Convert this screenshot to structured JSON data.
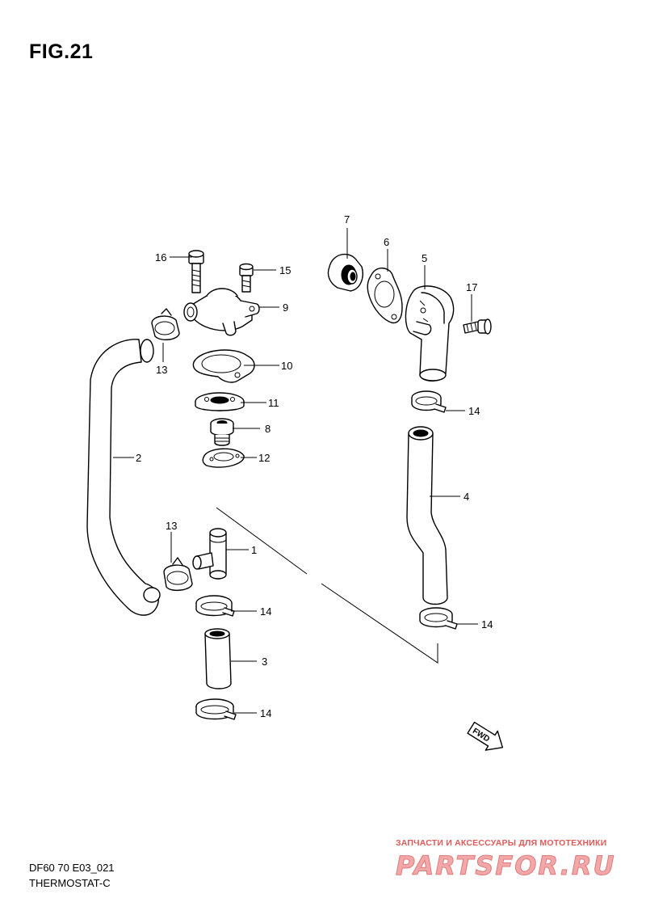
{
  "figure": {
    "title": "FIG.21"
  },
  "footer": {
    "model_code": "DF60 70 E03_021",
    "section_name": "THERMOSTAT-C"
  },
  "watermark": {
    "caption": "ЗАПЧАСТИ И АКСЕССУАРЫ ДЛЯ МОТОТЕХНИКИ",
    "logo_text": "PARTSFOR.RU"
  },
  "fwd_marker": {
    "text": "FWD"
  },
  "callouts": {
    "c1": "1",
    "c2": "2",
    "c3": "3",
    "c4": "4",
    "c5": "5",
    "c6": "6",
    "c7": "7",
    "c8": "8",
    "c9": "9",
    "c10": "10",
    "c11": "11",
    "c12": "12",
    "c13a": "13",
    "c13b": "13",
    "c14a": "14",
    "c14b": "14",
    "c14c": "14",
    "c14d": "14",
    "c15": "15",
    "c16": "16",
    "c17": "17"
  },
  "colors": {
    "line": "#000000",
    "background": "#ffffff",
    "watermark": "#e05a5a"
  }
}
